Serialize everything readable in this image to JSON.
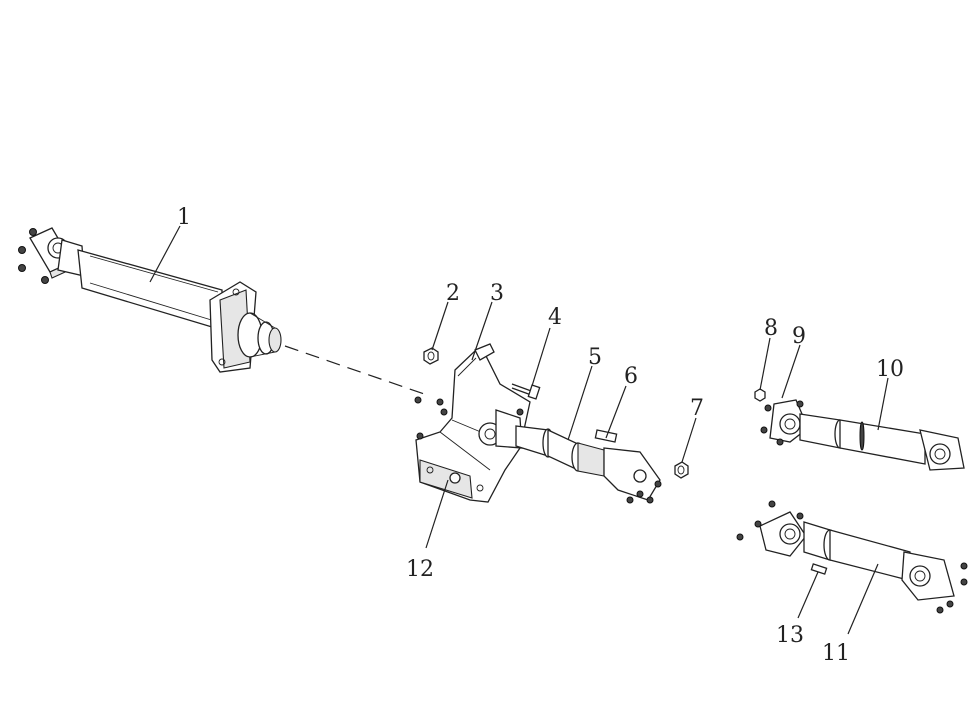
{
  "diagram": {
    "callouts": [
      {
        "id": "c1",
        "label": "1"
      },
      {
        "id": "c2",
        "label": "2"
      },
      {
        "id": "c3",
        "label": "3"
      },
      {
        "id": "c4",
        "label": "4"
      },
      {
        "id": "c5",
        "label": "5"
      },
      {
        "id": "c6",
        "label": "6"
      },
      {
        "id": "c7",
        "label": "7"
      },
      {
        "id": "c8",
        "label": "8"
      },
      {
        "id": "c9",
        "label": "9"
      },
      {
        "id": "c10",
        "label": "10"
      },
      {
        "id": "c11",
        "label": "11"
      },
      {
        "id": "c12",
        "label": "12"
      },
      {
        "id": "c13",
        "label": "13"
      }
    ],
    "colors": {
      "line": "#222222",
      "background": "#ffffff",
      "shade": "#e6e6e6"
    }
  }
}
